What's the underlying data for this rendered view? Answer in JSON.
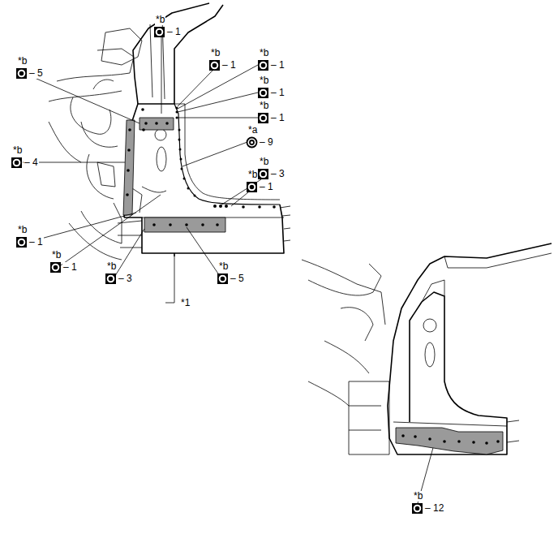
{
  "diagram": {
    "labels": [
      "*b",
      "– 1",
      "*b",
      "– 5",
      "*b",
      "– 1",
      "*b",
      "– 1",
      "*b",
      "– 1",
      "*b",
      "– 1",
      "*a",
      "– 9",
      "*b",
      "– 4",
      "*b",
      "– 3",
      "*b",
      "– 1",
      "*b",
      "– 1",
      "*b",
      "– 1",
      "*b",
      "– 3",
      "*b",
      "– 5",
      "*1",
      "*b",
      "– 12"
    ]
  }
}
